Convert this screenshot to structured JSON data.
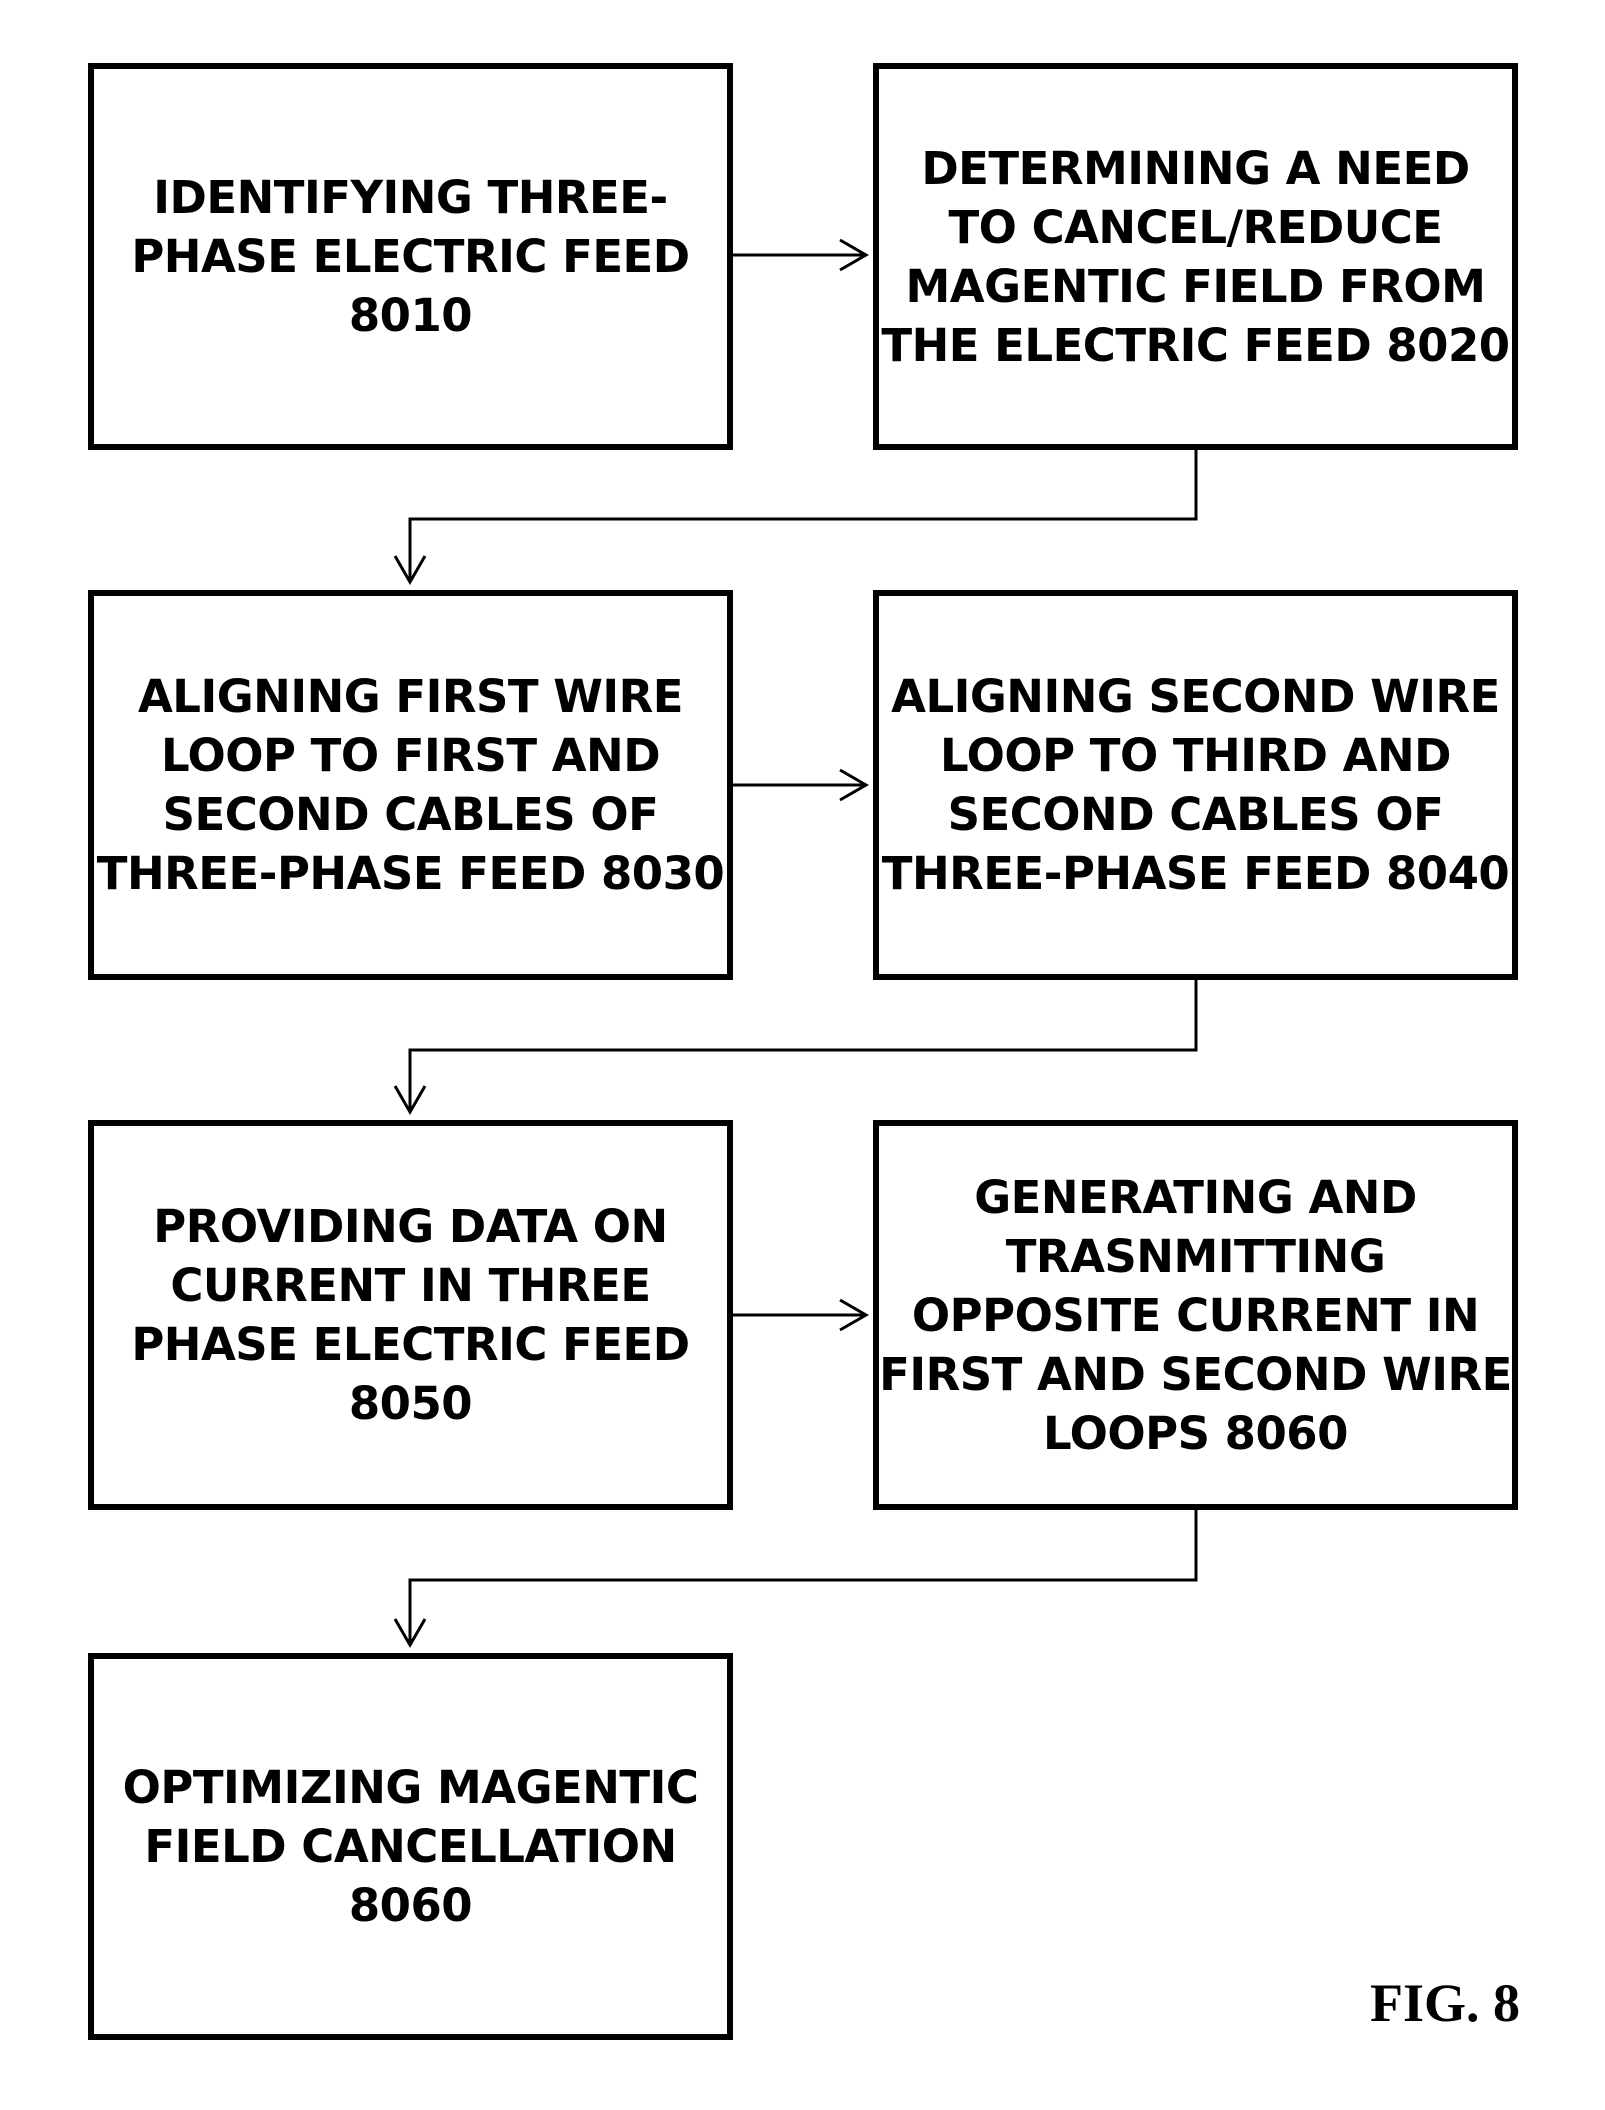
{
  "steps": {
    "s8010": "IDENTIFYING THREE-\nPHASE ELECTRIC FEED\n8010",
    "s8020": "DETERMINING A NEED\nTO CANCEL/REDUCE\nMAGENTIC FIELD FROM\nTHE ELECTRIC FEED 8020",
    "s8030": "ALIGNING FIRST WIRE\nLOOP TO FIRST AND\nSECOND CABLES OF\nTHREE-PHASE FEED 8030",
    "s8040": "ALIGNING SECOND WIRE\nLOOP TO THIRD AND\nSECOND CABLES OF\nTHREE-PHASE FEED 8040",
    "s8050": "PROVIDING DATA ON\nCURRENT IN THREE\nPHASE ELECTRIC FEED\n8050",
    "s8060a": "GENERATING AND\nTRASNMITTING\nOPPOSITE CURRENT IN\nFIRST AND SECOND WIRE\nLOOPS 8060",
    "s8060b": "OPTIMIZING MAGENTIC\nFIELD CANCELLATION\n8060"
  },
  "figure_label": "FIG. 8",
  "colors": {
    "stroke": "#000000",
    "background": "#ffffff"
  }
}
